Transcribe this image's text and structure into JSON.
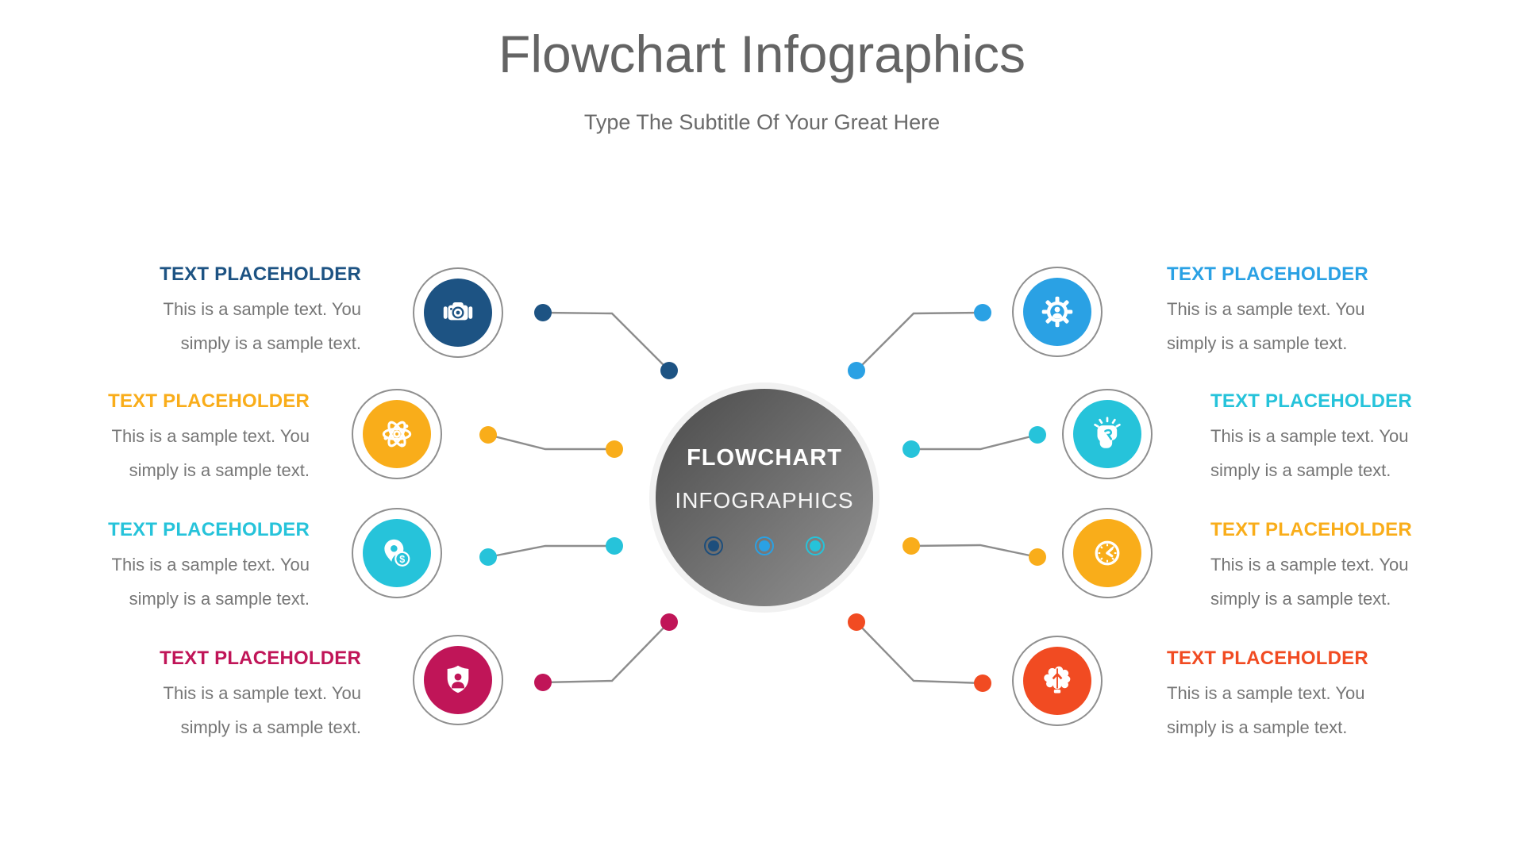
{
  "title": "Flowchart Infographics",
  "subtitle": "Type The Subtitle Of Your Great Here",
  "center": {
    "line1": "FLOWCHART",
    "line2": "INFOGRAPHICS",
    "dots": [
      {
        "name": "dot-navy",
        "color": "#1d4e7c"
      },
      {
        "name": "dot-blue",
        "color": "#2aa1e4"
      },
      {
        "name": "dot-cyan",
        "color": "#26c3da"
      }
    ]
  },
  "icons": {
    "coin_symbol": "$"
  },
  "palette": {
    "connector_line": "#8d8d8d",
    "icon_ring": "#8f8f8f",
    "title_text": "#646464",
    "subtitle_text": "#6a6a6a",
    "body_text": "#767676",
    "center_gradient_start": "#505050",
    "center_gradient_end": "#909090"
  },
  "nodes": [
    {
      "position": "left-1",
      "icon": "camera-icon",
      "color": "#1d5383",
      "heading": "TEXT PLACEHOLDER",
      "body_line1": "This is a sample text. You",
      "body_line2": "simply is a sample text."
    },
    {
      "position": "left-2",
      "icon": "atom-icon",
      "color": "#f9ad1a",
      "heading": "TEXT PLACEHOLDER",
      "body_line1": "This is a sample text. You",
      "body_line2": "simply is a sample text."
    },
    {
      "position": "left-3",
      "icon": "location-dollar-icon",
      "color": "#26c3da",
      "heading": "TEXT PLACEHOLDER",
      "body_line1": "This is a sample text. You",
      "body_line2": "simply is a sample text."
    },
    {
      "position": "left-4",
      "icon": "shield-user-icon",
      "color": "#c01558",
      "heading": "TEXT PLACEHOLDER",
      "body_line1": "This is a sample text. You",
      "body_line2": "simply is a sample text."
    },
    {
      "position": "right-1",
      "icon": "gear-user-icon",
      "color": "#2aa1e4",
      "heading": "TEXT PLACEHOLDER",
      "body_line1": "This is a sample text. You",
      "body_line2": "simply is a sample text."
    },
    {
      "position": "right-2",
      "icon": "fist-energy-icon",
      "color": "#26c3da",
      "heading": "TEXT PLACEHOLDER",
      "body_line1": "This is a sample text. You",
      "body_line2": "simply is a sample text."
    },
    {
      "position": "right-3",
      "icon": "clock-icon",
      "color": "#f9ad1a",
      "heading": "TEXT PLACEHOLDER",
      "body_line1": "This is a sample text. You",
      "body_line2": "simply is a sample text."
    },
    {
      "position": "right-4",
      "icon": "brain-idea-icon",
      "color": "#f14b22",
      "heading": "TEXT PLACEHOLDER",
      "body_line1": "This is a sample text. You",
      "body_line2": "simply is a sample text."
    }
  ]
}
